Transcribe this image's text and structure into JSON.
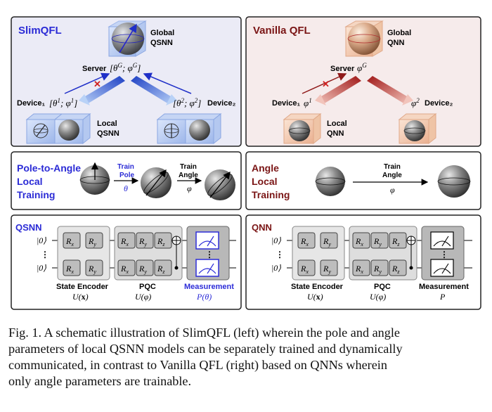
{
  "top_left": {
    "title": "SlimQFL",
    "global_label_1": "Global",
    "global_label_2": "QSNN",
    "server_label": "Server",
    "server_params": "[θ^G; φ^G]",
    "device1_label": "Device₁",
    "device1_params": "[θ¹; φ¹]",
    "device2_label": "Device₂",
    "device2_params": "[θ²; φ²]",
    "local_label_1": "Local",
    "local_label_2": "QSNN"
  },
  "top_right": {
    "title": "Vanilla QFL",
    "global_label_1": "Global",
    "global_label_2": "QNN",
    "server_label": "Server",
    "server_params": "φ^G",
    "device1_label": "Device₁",
    "device1_params": "φ¹",
    "device2_label": "Device₂",
    "device2_params": "φ²",
    "local_label_1": "Local",
    "local_label_2": "QNN"
  },
  "mid_left": {
    "title_lines": [
      "Pole-to-Angle",
      "Local",
      "Training"
    ],
    "train_pole_1": "Train",
    "train_pole_2": "Pole",
    "theta": "θ",
    "train_angle_1": "Train",
    "train_angle_2": "Angle",
    "phi": "φ"
  },
  "mid_right": {
    "title_lines": [
      "Angle",
      "Local",
      "Training"
    ],
    "train_angle_1": "Train",
    "train_angle_2": "Angle",
    "phi": "φ"
  },
  "bottom_left": {
    "title": "QSNN",
    "ket": "|0⟩",
    "gates": [
      "Rx",
      "Ry",
      "Rz"
    ],
    "state_encoder": "State Encoder",
    "state_encoder_sub": "U(x)",
    "pqc": "PQC",
    "pqc_sub": "U(φ)",
    "measurement": "Measurement",
    "measurement_sub": "P(θ)"
  },
  "bottom_right": {
    "title": "QNN",
    "ket": "|0⟩",
    "gates": [
      "Rx",
      "Ry",
      "Rz"
    ],
    "state_encoder": "State Encoder",
    "state_encoder_sub": "U(x)",
    "pqc": "PQC",
    "pqc_sub": "U(φ)",
    "measurement": "Measurement",
    "measurement_sub": "P"
  },
  "caption": {
    "lines": [
      "Fig. 1.  A schematic illustration of SlimQFL (left) wherein the pole and angle",
      "parameters of local QSNN models can be separately trained and dynamically",
      "communicated, in contrast to Vanilla QFL (right) based on QNNs wherein",
      "only angle parameters are trainable."
    ]
  },
  "colors": {
    "slim_blue": "#2b2bd6",
    "vanilla_red": "#7a1515",
    "panel_left_bg": "#ebebf6",
    "panel_right_bg": "#f6ebeb",
    "meas_blue": "#2d2dd8"
  }
}
